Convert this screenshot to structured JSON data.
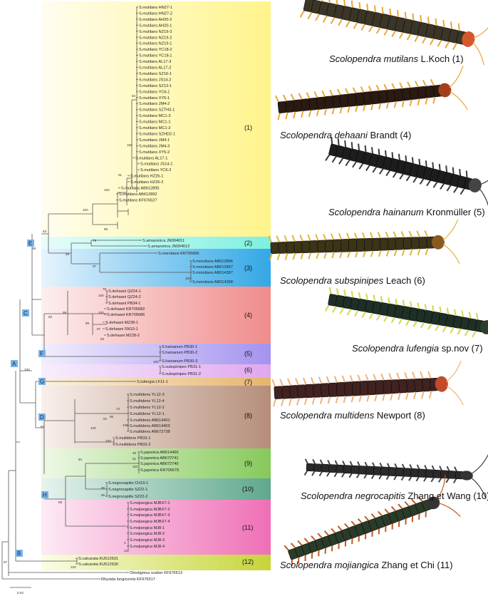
{
  "scale_bar": "0.02",
  "clade_labels": [
    "(1)",
    "(2)",
    "(3)",
    "(4)",
    "(5)",
    "(6)",
    "(7)",
    "(8)",
    "(9)",
    "(10)",
    "(11)",
    "(12)"
  ],
  "node_labels": {
    "A": "A",
    "B": "B",
    "C": "C",
    "D": "D",
    "E": "E",
    "F": "F",
    "G": "G",
    "H": "H"
  },
  "leaves": [
    "S.mutilans HN27-1",
    "S.mutilans HN27-2",
    "S.mutilans AH20-2",
    "S.mutilans AH20-1",
    "S.mutilans NZ19-3",
    "S.mutilans NZ19-2",
    "S.mutilans NZ19-1",
    "S.mutilans YC18-2",
    "S.mutilans YC18-1",
    "S.mutilans AL17-3",
    "S.mutilans AL17-2",
    "S.mutilans SZ16-1",
    "S.mutilans JS14-2",
    "S.mutilans SZ13-1",
    "S.mutilans YC6-1",
    "S.mutilans XY5-1",
    "S.mutilans JM4-2",
    "S.mutilans SZTH3-1",
    "S.mutilans MC1-3",
    "S.mutilans MC1-1",
    "S.mutilans MC1-2",
    "S.mutilans SZHD2-1",
    "S.mutilans JM4-1",
    "S.mutilans JM4-3",
    "S.mutilans XY5-2",
    "S.mutilans AL17-1",
    "S.mutilans JS14-1",
    "S.mutilans YC6-2",
    "S.mutilans HZ26-1",
    "S.mutilans HZ26-2",
    "S.mutilans AB612895",
    "S.mutilans AB612892",
    "S.mutilans KF676527",
    "S.amazonica JN004011",
    "S.amazonica JN004012",
    "S.morsitans KR705665",
    "S.morsitans AB612896",
    "S.morsitans AB612897",
    "S.morsitans AB614397",
    "S.morsitans AB614398",
    "S.dehaani QZ24-1",
    "S.dehaani QZ24-2",
    "S.dehaani PB34-1",
    "S.dehaani KR705682",
    "S.dehaani KR705686",
    "S.dehaani MZ28-1",
    "S.dehaani SN10-1",
    "S.dehaani MZ28-2",
    "S.hainanum PB30-1",
    "S.hainanum PB30-2",
    "S.hainanum PB30-3",
    "S.subspinipes PB31-1",
    "S.subspinipes PB31-2",
    "S.lufengia LF11-1",
    "S.multidens YL12-3",
    "S.multidens YL12-4",
    "S.multidens YL12-2",
    "S.multidens YL12-1",
    "S.multidens AB614401",
    "S.multidens AB614403",
    "S.multidens AB672738",
    "S.multidens PB33-1",
    "S.multidens PB33-2",
    "S.japonica AB614400",
    "S.japonica AB672741",
    "S.japonica AB672740",
    "S.japonica KR705679",
    "S.negrocapitis CH15-1",
    "S.negrocapitis SZ22-1",
    "S.negrocapitis SZ22-2",
    "S.mojiangica MJBX7-1",
    "S.mojiangica MJBX7-2",
    "S.mojiangica MJBX7-3",
    "S.mojiangica MJBX7-4",
    "S.mojiangica MJ8-1",
    "S.mojiangica MJ8-2",
    "S.mojiangica MJ8-3",
    "S.mojiangica MJ8-4",
    "S.calcarata KU512631",
    "S.calcarata KU512630",
    "Otostigmus scaber KF676513",
    "Rhysida longicornis KF676517"
  ],
  "bootstrap": [
    "64",
    "100",
    "91",
    "100",
    "100",
    "99",
    "63",
    "39",
    "79",
    "99",
    "97",
    "100",
    "78",
    "100",
    "99",
    "100",
    "99",
    "97",
    "53",
    "52",
    "100",
    "100",
    "74",
    "95",
    "100",
    "52",
    "100",
    "100",
    "67",
    "49",
    "61",
    "100",
    "94",
    "98",
    "86",
    "89",
    "3",
    "12",
    "100",
    "97"
  ],
  "species_captions": [
    {
      "name": "Scolopendra mutilans",
      "rest": " L.Koch (1)"
    },
    {
      "name": "Scolopendra dehaani",
      "rest": " Brandt (4)"
    },
    {
      "name": "Scolopendra hainanum",
      "rest": " Kronmüller (5)"
    },
    {
      "name": "Scolopendra subspinipes",
      "rest": " Leach (6)"
    },
    {
      "name": "Scolopendra lufengia",
      "rest": " sp.nov (7)"
    },
    {
      "name": "Scolopendra multidens",
      "rest": " Newport (8)"
    },
    {
      "name": "Scolopendra negrocapitis",
      "rest": " Zhang et Wang (10)"
    },
    {
      "name": "Scolopendra mojiangica",
      "rest": " Zhang et Chi (11)"
    }
  ],
  "colors": {
    "c1": "#fff48a",
    "c2": "#7df0df",
    "c3": "#33a8e6",
    "c4": "#f08c8c",
    "c5": "#a493ee",
    "c6": "#dfa8ee",
    "c7": "#e6b56a",
    "c8": "#b58e7a",
    "c9": "#86c95b",
    "c10": "#5fa88d",
    "c11": "#ef6fb6",
    "c12": "#c7d43a",
    "nodebox": "#7ab3e3"
  }
}
